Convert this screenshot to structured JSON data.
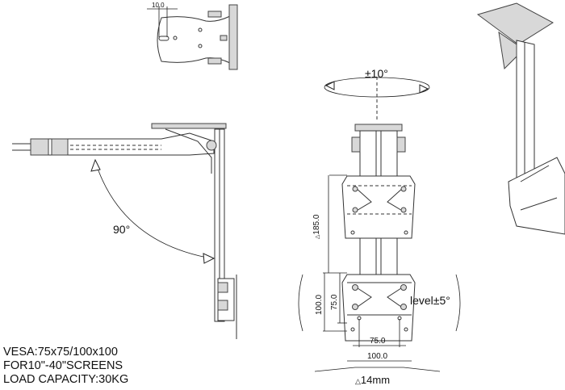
{
  "specs": {
    "vesa": "VESA:75x75/100x100",
    "screens": "FOR10\"-40\"SCREENS",
    "load": "LOAD CAPACITY:30KG"
  },
  "top_view": {
    "slot_dim": "10.0"
  },
  "side_view": {
    "tilt_angle": "90°"
  },
  "front_view": {
    "swivel": "±10°",
    "height_adjust": "185.0",
    "vesa_v_large": "100.0",
    "vesa_v_small": "75.0",
    "vesa_h_small": "75.0",
    "vesa_h_large": "100.0",
    "level": "level±5°",
    "offset": "14mm",
    "triangle_symbol": "△"
  }
}
